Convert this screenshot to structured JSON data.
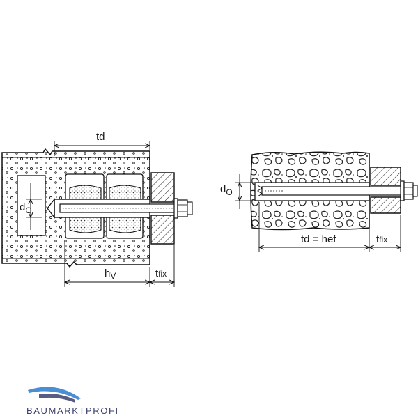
{
  "left_drawing": {
    "td_label": "td",
    "d0_main": "d",
    "d0_sub": "O",
    "hv_main": "h",
    "hv_sub": "V",
    "tfix_main": "t",
    "tfix_sub": "fix"
  },
  "right_drawing": {
    "td_hef_label": "td = hef",
    "d0_main": "d",
    "d0_sub": "O",
    "tfix_main": "t",
    "tfix_sub": "fix"
  },
  "logo": {
    "text": "BAUMARKTPROFI",
    "colors": {
      "arc": "#4a8fd6",
      "body": "#3a3f6e"
    }
  }
}
